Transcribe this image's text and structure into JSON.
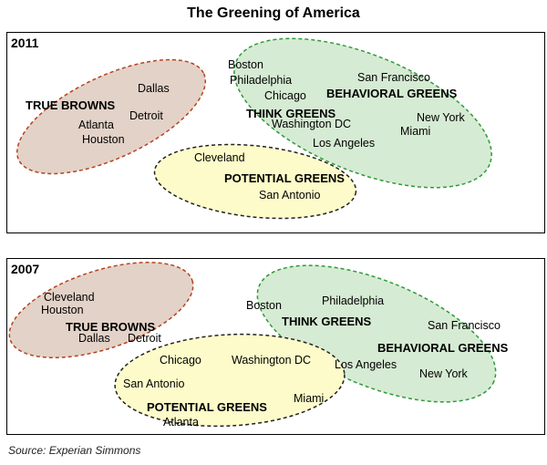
{
  "title": "The Greening of America",
  "source": "Source: Experian Simmons",
  "colors": {
    "browns_fill": "#e3d2c8",
    "browns_stroke": "#b5431e",
    "greens_fill": "#d6ebd3",
    "greens_stroke": "#2f9a3a",
    "potential_fill": "#fdfbc9",
    "potential_stroke": "#222222"
  },
  "panels": [
    {
      "year": "2011",
      "labels": {
        "true_browns": "TRUE BROWNS",
        "think_greens": "THINK GREENS",
        "behavioral_greens": "BEHAVIORAL GREENS",
        "potential_greens": "POTENTIAL GREENS"
      },
      "cities": [
        "Dallas",
        "Detroit",
        "Atlanta",
        "Houston",
        "Boston",
        "Philadelphia",
        "Chicago",
        "San Francisco",
        "Washington DC",
        "New York",
        "Miami",
        "Los Angeles",
        "Cleveland",
        "San Antonio"
      ]
    },
    {
      "year": "2007",
      "labels": {
        "true_browns": "TRUE BROWNS",
        "think_greens": "THINK GREENS",
        "behavioral_greens": "BEHAVIORAL GREENS",
        "potential_greens": "POTENTIAL GREENS"
      },
      "cities": [
        "Cleveland",
        "Houston",
        "Dallas",
        "Detroit",
        "Boston",
        "Philadelphia",
        "San Francisco",
        "Los Angeles",
        "New York",
        "Chicago",
        "Washington DC",
        "San Antonio",
        "Miami",
        "Atlanta"
      ]
    }
  ]
}
